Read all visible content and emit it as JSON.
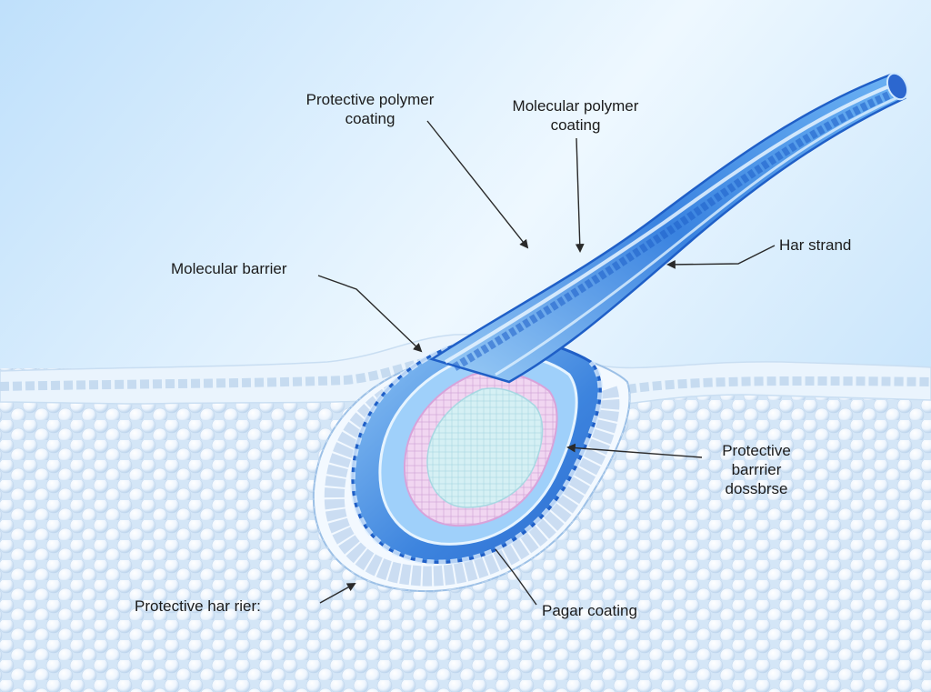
{
  "palette": {
    "sky": "#b9dcfb",
    "sky_light": "#eef8ff",
    "skin": "#e3f0fc",
    "bead": "#ffffff",
    "bead_shade": "#b8d3ee",
    "shaft_dark": "#2a6fd6",
    "shaft_mid": "#5fa3ee",
    "shaft_light": "#bfe2ff",
    "bulb_pink": "#e9b8e8",
    "bulb_core": "#cfeaf4",
    "leader": "#2a2a2a"
  },
  "labels": {
    "protective_polymer_coating": [
      "Protective polymer",
      "coating"
    ],
    "molecular_polymer_coating": [
      "Molecular polymer",
      "coating"
    ],
    "hair_strand": "Har strand",
    "molecular_barrier": "Molecular barrier",
    "protective_barrier_dossbrse": [
      "Protective",
      "barrrier",
      "dossbrse"
    ],
    "protective_hair_barrier": "Protective har rier:",
    "pagar_coating": "Pagar coating"
  }
}
